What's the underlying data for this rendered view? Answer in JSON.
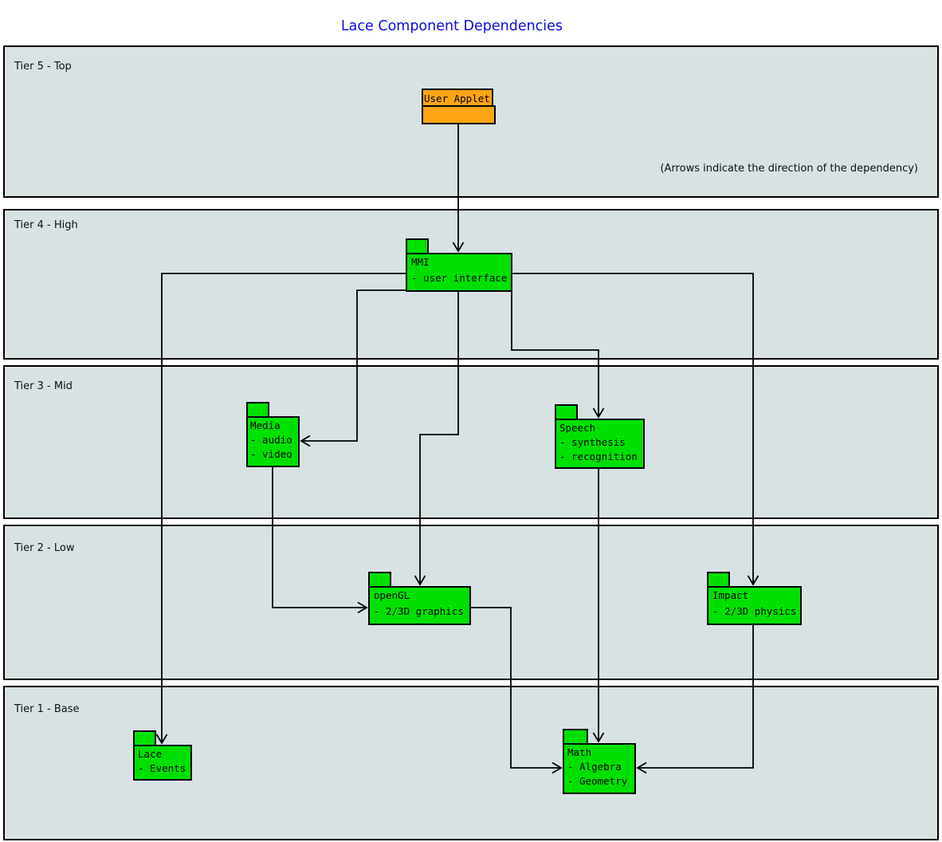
{
  "title": "Lace Component Dependencies",
  "note": "(Arrows indicate the direction of the dependency)",
  "colors": {
    "title": "#0d0dd6",
    "tier_bg": "#d8e2e2",
    "component_green": "#00e000",
    "applet_orange": "#ffa513",
    "line": "#000000"
  },
  "tiers": [
    {
      "label": "Tier 5 - Top"
    },
    {
      "label": "Tier 4 - High"
    },
    {
      "label": "Tier 3 - Mid"
    },
    {
      "label": "Tier 2 - Low"
    },
    {
      "label": "Tier 1 - Base"
    }
  ],
  "components": {
    "user_applet": {
      "name": "User Applet",
      "tier": "Tier 5 - Top"
    },
    "mmi": {
      "name": "MMI",
      "lines": [
        "- user interface"
      ],
      "tier": "Tier 4 - High"
    },
    "media": {
      "name": "Media",
      "lines": [
        "- audio",
        "- video"
      ],
      "tier": "Tier 3 - Mid"
    },
    "speech": {
      "name": "Speech",
      "lines": [
        "- synthesis",
        "- recognition"
      ],
      "tier": "Tier 3 - Mid"
    },
    "opengl": {
      "name": "openGL",
      "lines": [
        "- 2/3D graphics"
      ],
      "tier": "Tier 2 - Low"
    },
    "impact": {
      "name": "Impact",
      "lines": [
        "- 2/3D physics"
      ],
      "tier": "Tier 2 - Low"
    },
    "lace": {
      "name": "Lace",
      "lines": [
        "- Events"
      ],
      "tier": "Tier 1 - Base"
    },
    "math": {
      "name": "Math",
      "lines": [
        "- Algebra",
        "- Geometry"
      ],
      "tier": "Tier 1 - Base"
    }
  },
  "edges": [
    {
      "from": "User Applet",
      "to": "MMI"
    },
    {
      "from": "MMI",
      "to": "Lace"
    },
    {
      "from": "MMI",
      "to": "Media"
    },
    {
      "from": "MMI",
      "to": "openGL"
    },
    {
      "from": "MMI",
      "to": "Speech"
    },
    {
      "from": "MMI",
      "to": "Impact"
    },
    {
      "from": "Media",
      "to": "openGL"
    },
    {
      "from": "Speech",
      "to": "Math"
    },
    {
      "from": "openGL",
      "to": "Math"
    },
    {
      "from": "Impact",
      "to": "Math"
    }
  ]
}
